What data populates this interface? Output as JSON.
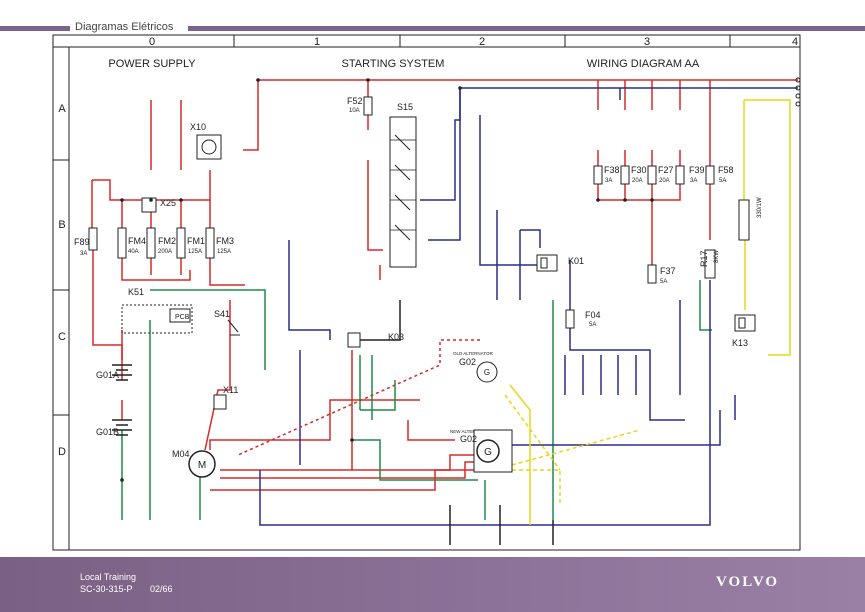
{
  "header": {
    "title": "Diagramas Elétricos"
  },
  "grid": {
    "columns": [
      "0",
      "1",
      "2",
      "3",
      "4"
    ],
    "rows": [
      "A",
      "B",
      "C",
      "D"
    ]
  },
  "sections": {
    "power_supply": "POWER SUPPLY",
    "starting_system": "STARTING SYSTEM",
    "wiring_diagram": "WIRING DIAGRAM AA"
  },
  "components": {
    "x10": "X10",
    "x25": "X25",
    "f89": "F89",
    "f89_rating": "3A",
    "fm4": "FM4",
    "fm4_rating": "40A",
    "fm2": "FM2",
    "fm2_rating": "200A",
    "fm1": "FM1",
    "fm1_rating": "125A",
    "fm3": "FM3",
    "fm3_rating": "125A",
    "k51": "K51",
    "pcb": "PCB",
    "s41": "S41",
    "g01a": "G01A",
    "g01b": "G01B",
    "x11": "X11",
    "m04": "M04",
    "m": "M",
    "f52": "F52",
    "f52_rating": "10A",
    "s15": "S15",
    "k03": "K03",
    "g02_old": "G02",
    "g02_new": "G02",
    "g": "G",
    "g_small": "G",
    "old_alternator": "OLD ALTERNATOR",
    "new_alternator": "NEW ALTERNATOR",
    "k01": "K01",
    "f38": "F38",
    "f38_rating": "3A",
    "f30": "F30",
    "f30_rating": "20A",
    "f27": "F27",
    "f27_rating": "20A",
    "f39": "F39",
    "f39_rating": "3A",
    "f58": "F58",
    "f58_rating": "5A",
    "f37": "F37",
    "f37_rating": "5A",
    "f04": "F04",
    "f04_rating": "5A",
    "r17": "R17",
    "r17_value": "8KW",
    "r17b_value": "330/1W",
    "k13": "K13"
  },
  "footer": {
    "line1": "Local Training",
    "line2": "SC-30-315-P",
    "page": "02/66",
    "logo": "VOLVO"
  },
  "colors": {
    "red": "#d52a2a",
    "green": "#1f8c4a",
    "blue": "#2a2f8a",
    "yellow": "#e6d61c",
    "black": "#222222",
    "footer": "#7b6489"
  }
}
